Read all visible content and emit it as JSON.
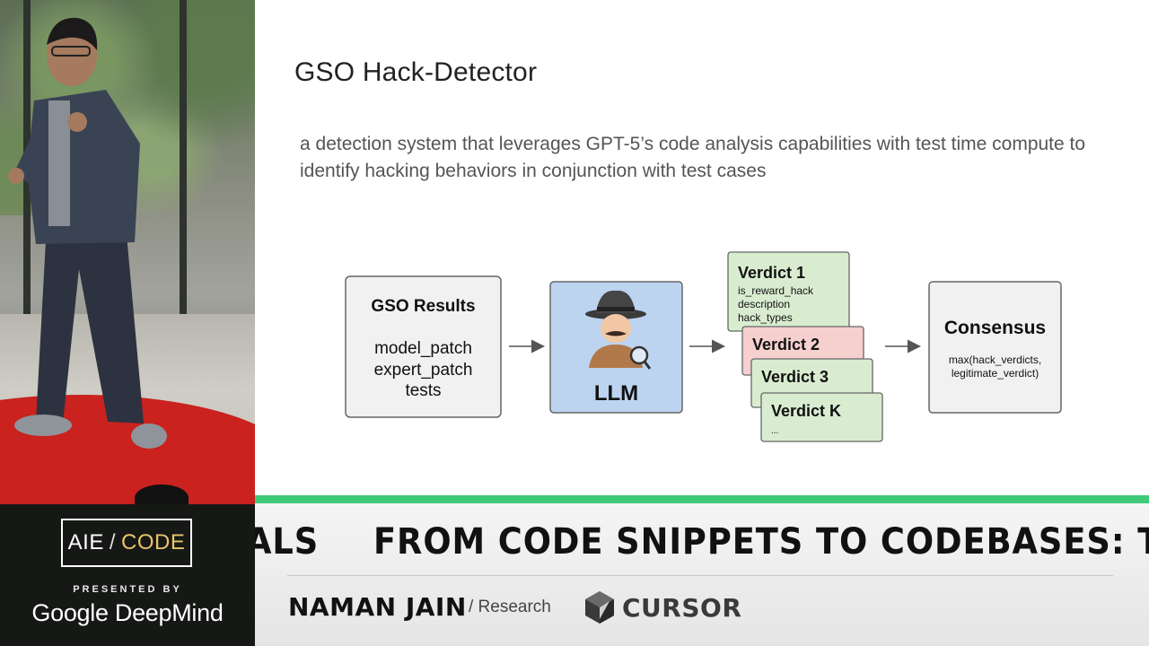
{
  "slide": {
    "title": "GSO Hack-Detector",
    "description": "a detection system that leverages GPT-5’s code analysis capabilities with test time compute to identify hacking behaviors in conjunction with test cases"
  },
  "diagram": {
    "results_box": {
      "title": "GSO Results",
      "items": [
        "model_patch",
        "expert_patch",
        "tests"
      ]
    },
    "llm_box": {
      "label": "LLM",
      "icon": "detective-icon"
    },
    "verdicts": [
      {
        "title": "Verdict 1",
        "lines": [
          "is_reward_hack",
          "description",
          "hack_types"
        ],
        "color": "#d9ecd0"
      },
      {
        "title": "Verdict 2",
        "lines": [],
        "color": "#f6cfcf"
      },
      {
        "title": "Verdict 3",
        "lines": [],
        "color": "#d9ecd0"
      },
      {
        "title": "Verdict K",
        "lines": [
          "..."
        ],
        "color": "#d9ecd0"
      }
    ],
    "consensus_box": {
      "title": "Consensus",
      "lines": [
        "max(hack_verdicts,",
        "legitimate_verdict)"
      ]
    },
    "colors": {
      "llm_fill": "#bcd4f0",
      "box_fill": "#f1f1f1",
      "stroke": "#666666"
    }
  },
  "branding": {
    "aie": "AIE",
    "separator": "/",
    "code": "CODE",
    "presented_by": "PRESENTED BY",
    "sponsor": "Google DeepMind",
    "accent": "#3fca7a"
  },
  "lower_third": {
    "ticker_left": "ALS",
    "ticker_main": "FROM CODE SNIPPETS TO CODEBASES: T",
    "speaker_name": "NAMAN JAIN",
    "speaker_role": "/ Research",
    "company": "CURSOR",
    "company_icon": "cursor-cube-icon"
  }
}
